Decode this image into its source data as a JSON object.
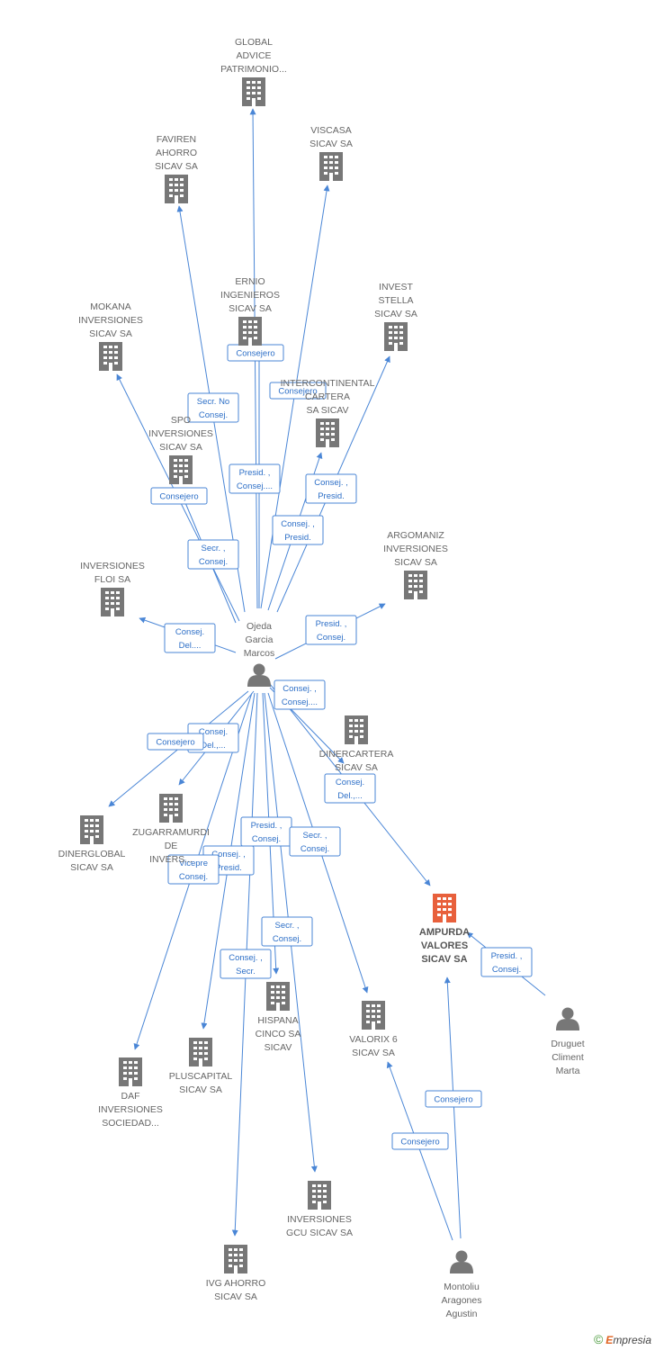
{
  "colors": {
    "edge": "#4a86d6",
    "company": "#777777",
    "company_main": "#e8603c",
    "person": "#777777"
  },
  "nodes": [
    {
      "id": "global",
      "type": "company",
      "lines": [
        "GLOBAL",
        "ADVICE",
        "PATRIMONIO..."
      ]
    },
    {
      "id": "viscasa",
      "type": "company",
      "lines": [
        "VISCASA",
        "SICAV SA"
      ]
    },
    {
      "id": "faviren",
      "type": "company",
      "lines": [
        "FAVIREN",
        "AHORRO",
        "SICAV SA"
      ]
    },
    {
      "id": "ernio",
      "type": "company",
      "lines": [
        "ERNIO",
        "INGENIEROS",
        "SICAV SA"
      ]
    },
    {
      "id": "invest",
      "type": "company",
      "lines": [
        "INVEST",
        "STELLA",
        "SICAV SA"
      ]
    },
    {
      "id": "mokana",
      "type": "company",
      "lines": [
        "MOKANA",
        "INVERSIONES",
        "SICAV SA"
      ]
    },
    {
      "id": "intercontinental",
      "type": "company",
      "lines": [
        "INTERCONTINENTAL",
        "CARTERA",
        "SA SICAV"
      ]
    },
    {
      "id": "spo",
      "type": "company",
      "lines": [
        "SPO",
        "INVERSIONES",
        "SICAV SA"
      ]
    },
    {
      "id": "argomaniz",
      "type": "company",
      "lines": [
        "ARGOMANIZ",
        "INVERSIONES",
        "SICAV SA"
      ]
    },
    {
      "id": "floi",
      "type": "company",
      "lines": [
        "INVERSIONES",
        "FLOI SA"
      ]
    },
    {
      "id": "ojeda",
      "type": "person",
      "lines": [
        "Ojeda",
        "Garcia",
        "Marcos"
      ]
    },
    {
      "id": "dinercartera",
      "type": "company",
      "lines": [
        "DINERCARTERA",
        "SICAV SA"
      ]
    },
    {
      "id": "zugarramurdi",
      "type": "company",
      "lines": [
        "ZUGARRAMURDI",
        "DE",
        "INVERS..."
      ]
    },
    {
      "id": "dinerglobal",
      "type": "company",
      "lines": [
        "DINERGLOBAL",
        "SICAV SA"
      ]
    },
    {
      "id": "ampurda",
      "type": "company_main",
      "lines": [
        "AMPURDA",
        "VALORES",
        "SICAV SA"
      ]
    },
    {
      "id": "druguet",
      "type": "person",
      "lines": [
        "Druguet",
        "Climent",
        "Marta"
      ]
    },
    {
      "id": "hispana",
      "type": "company",
      "lines": [
        "HISPANA",
        "CINCO SA",
        "SICAV"
      ]
    },
    {
      "id": "valorix",
      "type": "company",
      "lines": [
        "VALORIX 6",
        "SICAV SA"
      ]
    },
    {
      "id": "pluscapital",
      "type": "company",
      "lines": [
        "PLUSCAPITAL",
        "SICAV SA"
      ]
    },
    {
      "id": "daf",
      "type": "company",
      "lines": [
        "DAF",
        "INVERSIONES",
        "SOCIEDAD..."
      ]
    },
    {
      "id": "gcu",
      "type": "company",
      "lines": [
        "INVERSIONES",
        "GCU SICAV SA"
      ]
    },
    {
      "id": "ivg",
      "type": "company",
      "lines": [
        "IVG AHORRO",
        "SICAV SA"
      ]
    },
    {
      "id": "montoliu",
      "type": "person",
      "lines": [
        "Montoliu",
        "Aragones",
        "Agustin"
      ]
    }
  ],
  "relations": [
    {
      "from": "ojeda",
      "to": "global",
      "label": [
        "Consejero"
      ]
    },
    {
      "from": "ojeda",
      "to": "viscasa",
      "label": [
        "Consejero"
      ]
    },
    {
      "from": "ojeda",
      "to": "faviren",
      "label": [
        "Secr. No",
        "Consej."
      ]
    },
    {
      "from": "ojeda",
      "to": "ernio",
      "label": [
        "Presid. ,",
        "Consej...."
      ]
    },
    {
      "from": "ojeda",
      "to": "invest",
      "label": [
        "Consej. ,",
        "Presid."
      ]
    },
    {
      "from": "ojeda",
      "to": "mokana",
      "label": [
        "Consejero"
      ]
    },
    {
      "from": "ojeda",
      "to": "intercontinental",
      "label": [
        "Consej. ,",
        "Presid."
      ]
    },
    {
      "from": "ojeda",
      "to": "spo",
      "label": [
        "Secr. ,",
        "Consej."
      ]
    },
    {
      "from": "ojeda",
      "to": "argomaniz",
      "label": [
        "Presid. ,",
        "Consej."
      ]
    },
    {
      "from": "ojeda",
      "to": "floi",
      "label": [
        "Consej.",
        "Del...."
      ]
    },
    {
      "from": "ojeda",
      "to": "ampurda",
      "label": [
        "Consej. ,",
        "Consej...."
      ]
    },
    {
      "from": "ojeda",
      "to": "dinercartera",
      "label": [
        "Consej.",
        "Del.,..."
      ]
    },
    {
      "from": "ojeda",
      "to": "zugarramurdi",
      "label": [
        "Consej.",
        "Del.,..."
      ]
    },
    {
      "from": "ojeda",
      "to": "dinerglobal",
      "label": [
        "Consejero"
      ]
    },
    {
      "from": "ojeda",
      "to": "hispana",
      "label": [
        "Presid. ,",
        "Consej."
      ]
    },
    {
      "from": "ojeda",
      "to": "valorix",
      "label": [
        "Secr. ,",
        "Consej."
      ]
    },
    {
      "from": "ojeda",
      "to": "pluscapital",
      "label": [
        "Consej. ,",
        "Presid."
      ]
    },
    {
      "from": "ojeda",
      "to": "daf",
      "label": [
        "Vicepre",
        "Consej."
      ]
    },
    {
      "from": "ojeda",
      "to": "gcu",
      "label": [
        "Secr. ,",
        "Consej."
      ]
    },
    {
      "from": "ojeda",
      "to": "ivg",
      "label": [
        "Consej. ,",
        "Secr."
      ]
    },
    {
      "from": "druguet",
      "to": "ampurda",
      "label": [
        "Presid. ,",
        "Consej."
      ]
    },
    {
      "from": "montoliu",
      "to": "ampurda",
      "label": [
        "Consejero"
      ]
    },
    {
      "from": "montoliu",
      "to": "valorix",
      "label": [
        "Consejero"
      ]
    }
  ],
  "footer": {
    "copyright": "©",
    "brand_initial": "E",
    "brand_rest": "mpresia"
  }
}
